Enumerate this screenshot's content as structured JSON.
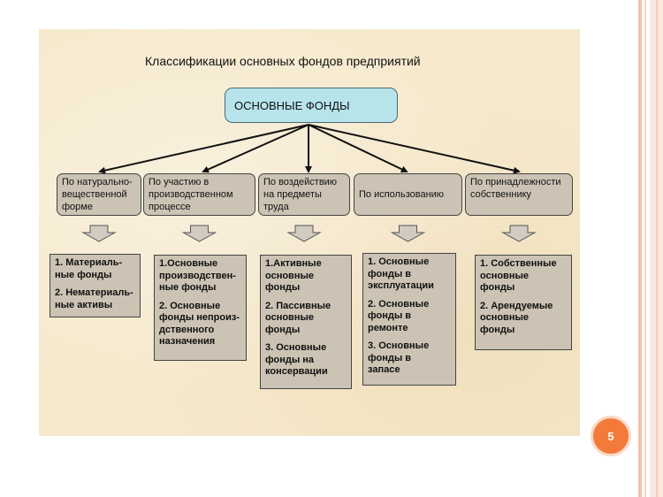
{
  "title": "Классификации основных фондов предприятий",
  "root": "ОСНОВНЫЕ ФОНДЫ",
  "categories": [
    {
      "label": [
        "По натурально-",
        "вещественной",
        "форме"
      ],
      "items": [
        [
          "1. Материаль-",
          "ные фонды"
        ],
        [
          "2. Нематериаль-",
          "ные активы"
        ]
      ]
    },
    {
      "label": [
        "По участию в",
        "производственном",
        "процессе"
      ],
      "items": [
        [
          "1.Основные",
          "производствен-",
          "ные фонды"
        ],
        [
          "2. Основные",
          "фонды непроиз-",
          "дственного",
          "назначения"
        ]
      ]
    },
    {
      "label": [
        "По воздействию",
        "на предметы",
        "труда"
      ],
      "items": [
        [
          "1.Активные",
          "основные",
          "фонды"
        ],
        [
          "2. Пассивные",
          "основные",
          "фонды"
        ],
        [
          "3. Основные",
          "фонды на",
          "консервации"
        ]
      ]
    },
    {
      "label": [
        "По использованию"
      ],
      "items": [
        [
          "1. Основные",
          "фонды в",
          "эксплуатации"
        ],
        [
          "2. Основные",
          "фонды в",
          "ремонте"
        ],
        [
          "3. Основные",
          "фонды в",
          "запасе"
        ]
      ]
    },
    {
      "label": [
        "По принадлежности",
        "собственнику"
      ],
      "items": [
        [
          "1. Собственные",
          "основные",
          "фонды"
        ],
        [
          "2. Арендуемые",
          "основные",
          "фонды"
        ]
      ]
    }
  ],
  "page_number": "5",
  "colors": {
    "root_fill": "#b7e3eb",
    "box_fill": "#ccc3b4",
    "slide_background": "#f6e9cc",
    "page_badge": "#f27b3c"
  }
}
